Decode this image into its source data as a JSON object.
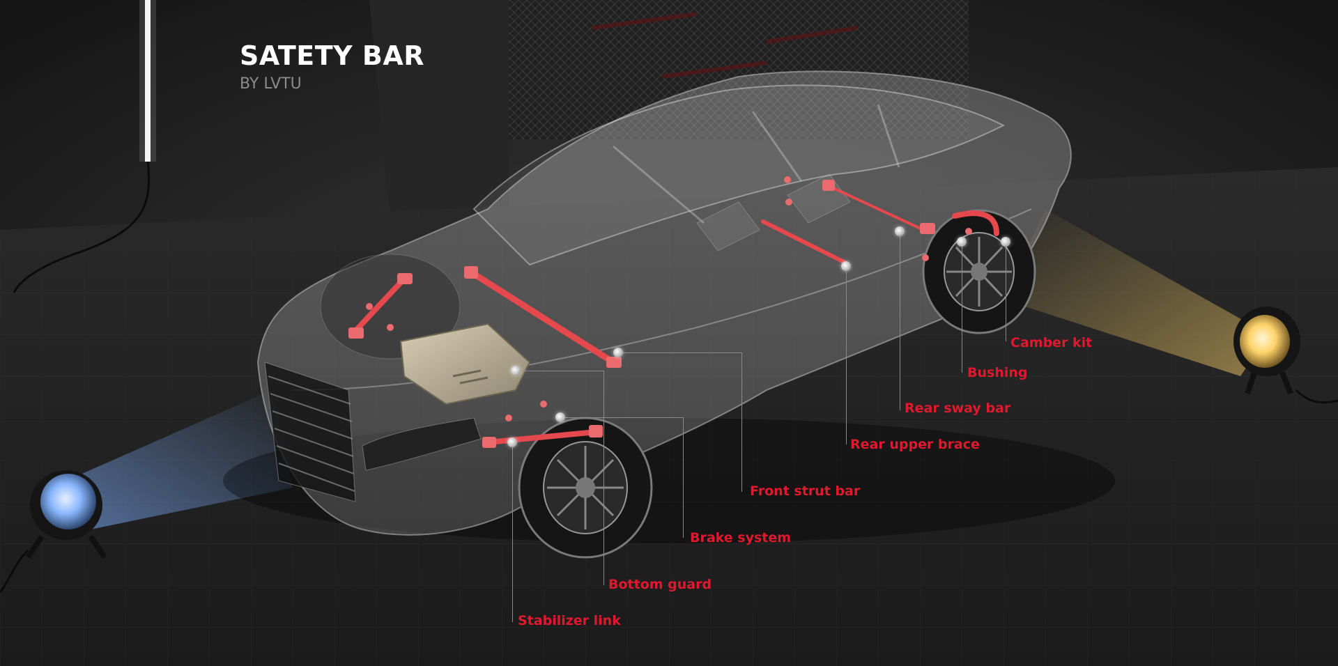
{
  "header": {
    "title": "SATETY BAR",
    "subtitle": "BY LVTU"
  },
  "colors": {
    "accent": "#e0192e",
    "background": "#1e1e1e",
    "title": "#ffffff",
    "subtitle": "#8c8c8c",
    "blue_lamp": "#6fa8ff",
    "yellow_lamp": "#ffd36a"
  },
  "parts": [
    {
      "id": "camber-kit",
      "label": "Camber kit"
    },
    {
      "id": "bushing",
      "label": "Bushing"
    },
    {
      "id": "rear-sway-bar",
      "label": "Rear sway bar"
    },
    {
      "id": "rear-upper-brace",
      "label": "Rear upper brace"
    },
    {
      "id": "front-strut-bar",
      "label": "Front strut bar"
    },
    {
      "id": "brake-system",
      "label": "Brake system"
    },
    {
      "id": "bottom-guard",
      "label": "Bottom guard"
    },
    {
      "id": "stabilizer-link",
      "label": "Stabilizer link"
    }
  ]
}
